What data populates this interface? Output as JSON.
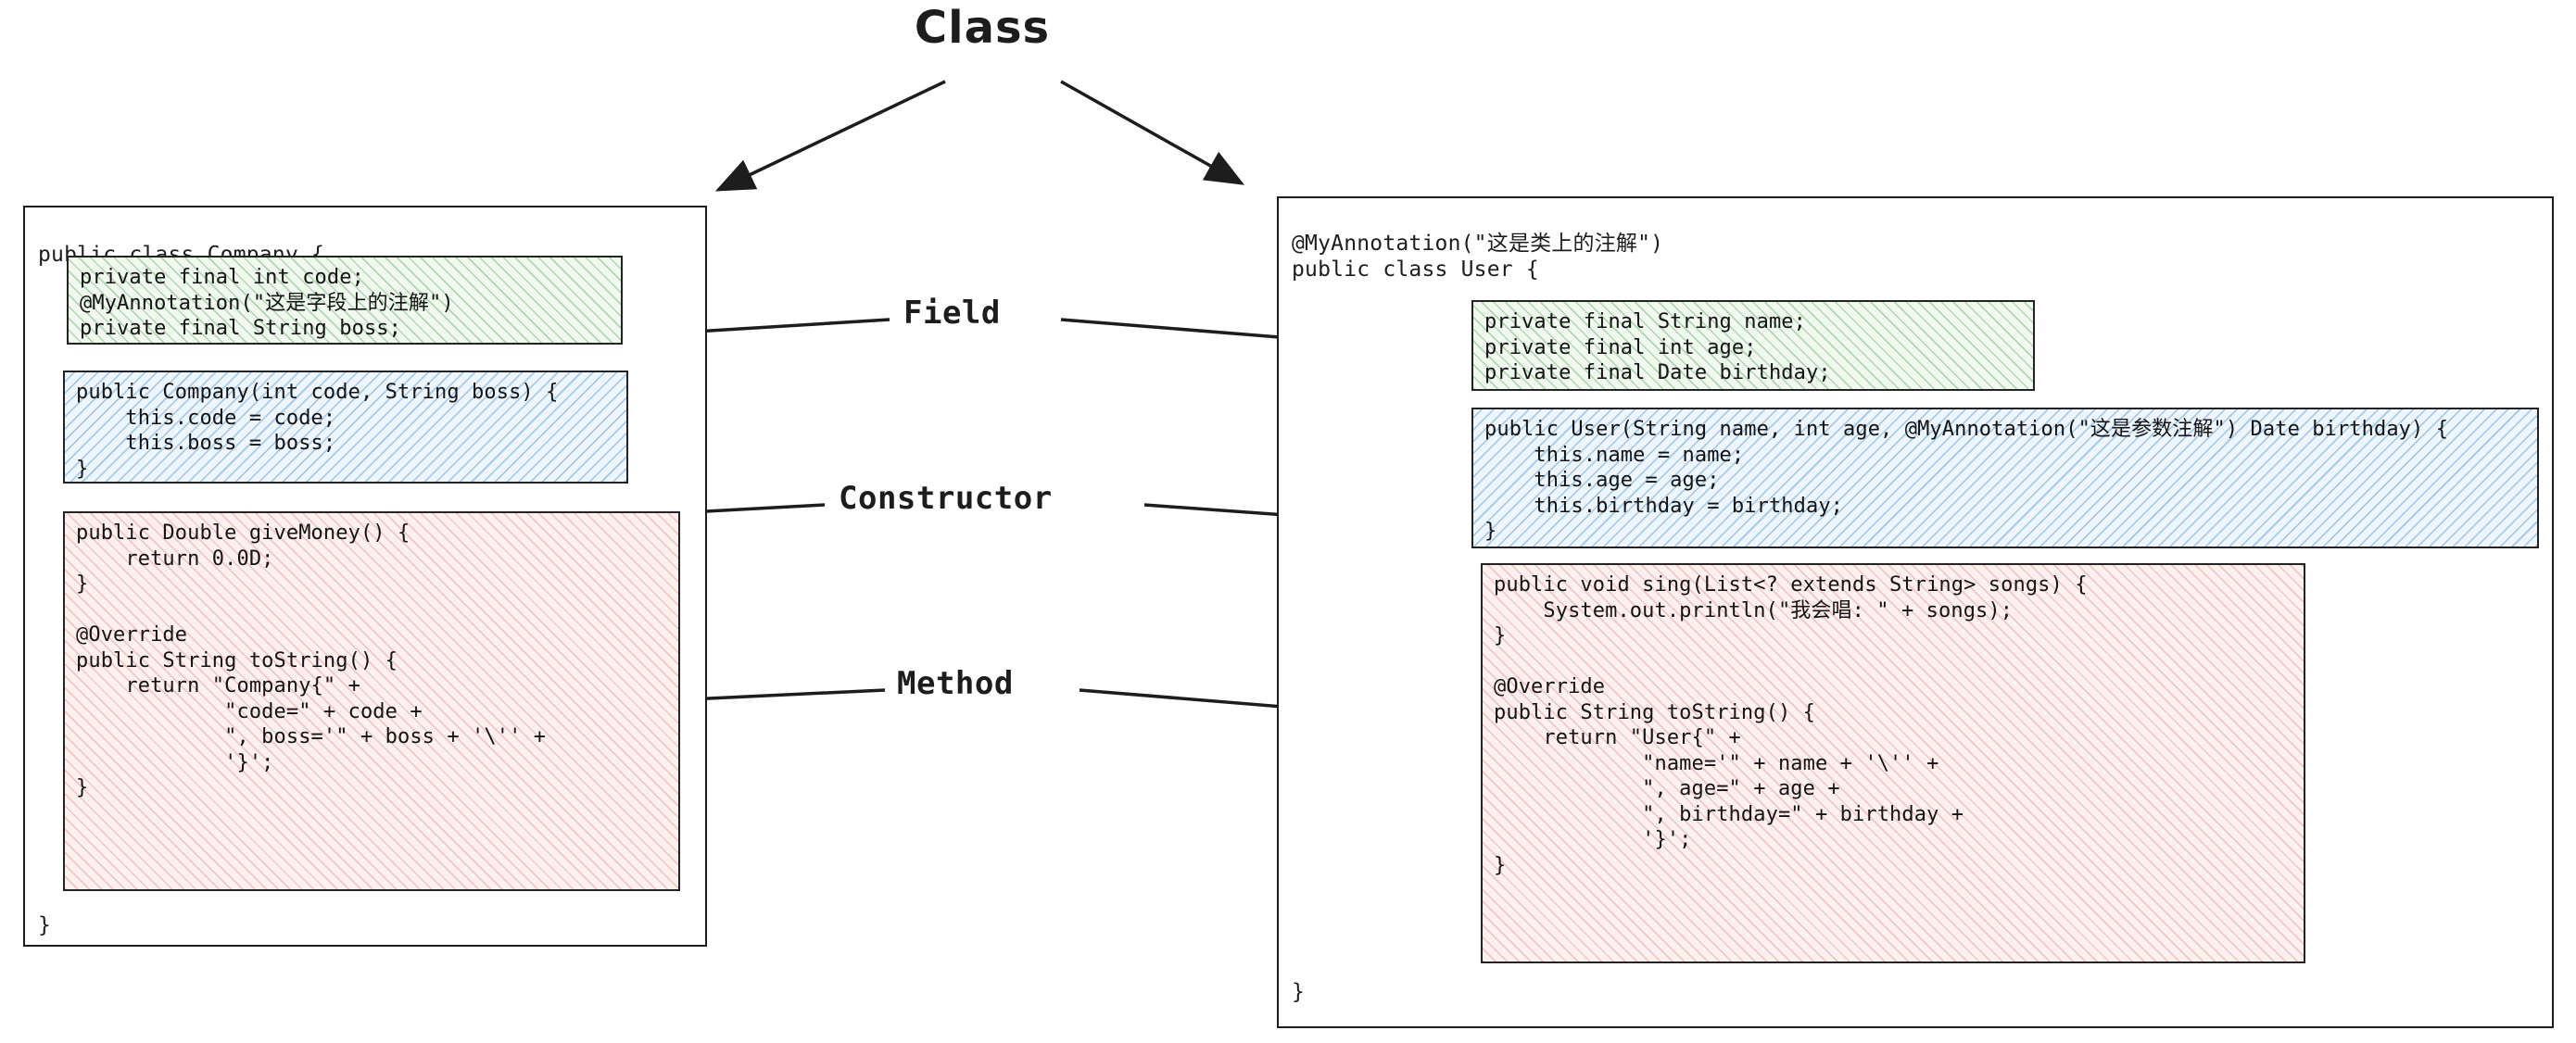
{
  "title": "Class",
  "labels": {
    "field": "Field",
    "constructor": "Constructor",
    "method": "Method"
  },
  "colors": {
    "field_fill": "#f0f8ef",
    "field_hatch": "#78be78",
    "constructor_fill": "#eef6fc",
    "constructor_hatch": "#6eaae1",
    "method_fill": "#fdf1f0",
    "method_hatch": "#e89691",
    "stroke": "#1d1d1d",
    "background": "#ffffff"
  },
  "classes": {
    "company": {
      "header": "public class Company {",
      "footer": "}",
      "field_code": "private final int code;\n@MyAnnotation(\"这是字段上的注解\")\nprivate final String boss;",
      "constructor_code": "public Company(int code, String boss) {\n    this.code = code;\n    this.boss = boss;\n}",
      "method_code": "public Double giveMoney() {\n    return 0.0D;\n}\n\n@Override\npublic String toString() {\n    return \"Company{\" +\n            \"code=\" + code +\n            \", boss='\" + boss + '\\'' +\n            '}';\n}"
    },
    "user": {
      "header": "@MyAnnotation(\"这是类上的注解\")\npublic class User {",
      "footer": "}",
      "field_code": "private final String name;\nprivate final int age;\nprivate final Date birthday;",
      "constructor_code": "public User(String name, int age, @MyAnnotation(\"这是参数注解\") Date birthday) {\n    this.name = name;\n    this.age = age;\n    this.birthday = birthday;\n}",
      "method_code": "public void sing(List<? extends String> songs) {\n    System.out.println(\"我会唱: \" + songs);\n}\n\n@Override\npublic String toString() {\n    return \"User{\" +\n            \"name='\" + name + '\\'' +\n            \", age=\" + age +\n            \", birthday=\" + birthday +\n            '}';\n}"
    }
  }
}
